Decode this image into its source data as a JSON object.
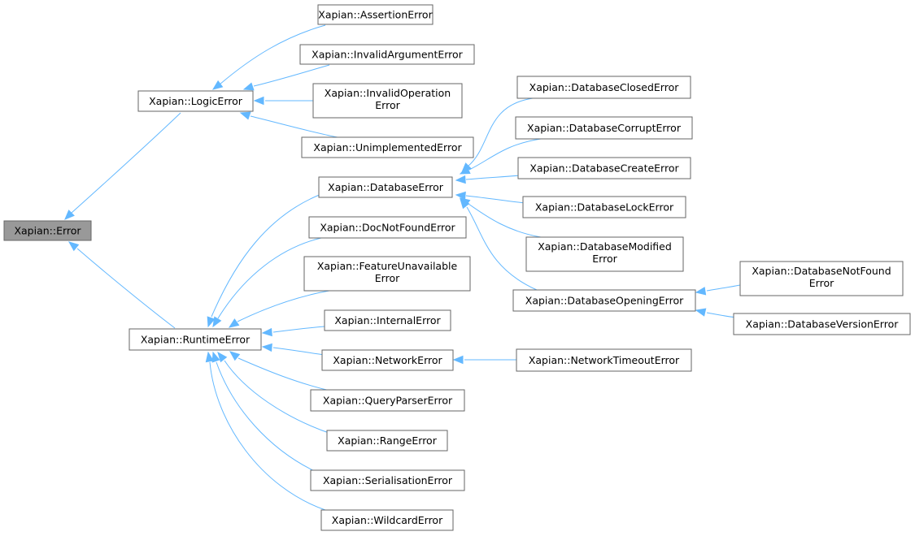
{
  "diagram": {
    "nodes": {
      "error": [
        "Xapian::Error"
      ],
      "logic": [
        "Xapian::LogicError"
      ],
      "runtime": [
        "Xapian::RuntimeError"
      ],
      "assertion": [
        "Xapian::AssertionError"
      ],
      "invalidarg": [
        "Xapian::InvalidArgumentError"
      ],
      "invalidop": [
        "Xapian::InvalidOperation",
        "Error"
      ],
      "unimpl": [
        "Xapian::UnimplementedError"
      ],
      "database": [
        "Xapian::DatabaseError"
      ],
      "docnotfound": [
        "Xapian::DocNotFoundError"
      ],
      "featureunavail": [
        "Xapian::FeatureUnavailable",
        "Error"
      ],
      "internal": [
        "Xapian::InternalError"
      ],
      "network": [
        "Xapian::NetworkError"
      ],
      "queryparser": [
        "Xapian::QueryParserError"
      ],
      "range": [
        "Xapian::RangeError"
      ],
      "serialisation": [
        "Xapian::SerialisationError"
      ],
      "wildcard": [
        "Xapian::WildcardError"
      ],
      "dbclosed": [
        "Xapian::DatabaseClosedError"
      ],
      "dbcorrupt": [
        "Xapian::DatabaseCorruptError"
      ],
      "dbcreate": [
        "Xapian::DatabaseCreateError"
      ],
      "dblock": [
        "Xapian::DatabaseLockError"
      ],
      "dbmodified": [
        "Xapian::DatabaseModified",
        "Error"
      ],
      "dbopening": [
        "Xapian::DatabaseOpeningError"
      ],
      "nettimeout": [
        "Xapian::NetworkTimeoutError"
      ],
      "dbnotfound": [
        "Xapian::DatabaseNotFound",
        "Error"
      ],
      "dbversion": [
        "Xapian::DatabaseVersionError"
      ]
    },
    "edges": [
      [
        "error",
        "logic"
      ],
      [
        "error",
        "runtime"
      ],
      [
        "logic",
        "assertion"
      ],
      [
        "logic",
        "invalidarg"
      ],
      [
        "logic",
        "invalidop"
      ],
      [
        "logic",
        "unimpl"
      ],
      [
        "runtime",
        "database"
      ],
      [
        "runtime",
        "docnotfound"
      ],
      [
        "runtime",
        "featureunavail"
      ],
      [
        "runtime",
        "internal"
      ],
      [
        "runtime",
        "network"
      ],
      [
        "runtime",
        "queryparser"
      ],
      [
        "runtime",
        "range"
      ],
      [
        "runtime",
        "serialisation"
      ],
      [
        "runtime",
        "wildcard"
      ],
      [
        "database",
        "dbclosed"
      ],
      [
        "database",
        "dbcorrupt"
      ],
      [
        "database",
        "dbcreate"
      ],
      [
        "database",
        "dblock"
      ],
      [
        "database",
        "dbmodified"
      ],
      [
        "database",
        "dbopening"
      ],
      [
        "network",
        "nettimeout"
      ],
      [
        "dbopening",
        "dbnotfound"
      ],
      [
        "dbopening",
        "dbversion"
      ]
    ],
    "colors": {
      "edge": "#63b8ff",
      "node_border": "#666666",
      "root_fill": "#999999",
      "node_fill": "#ffffff"
    }
  }
}
